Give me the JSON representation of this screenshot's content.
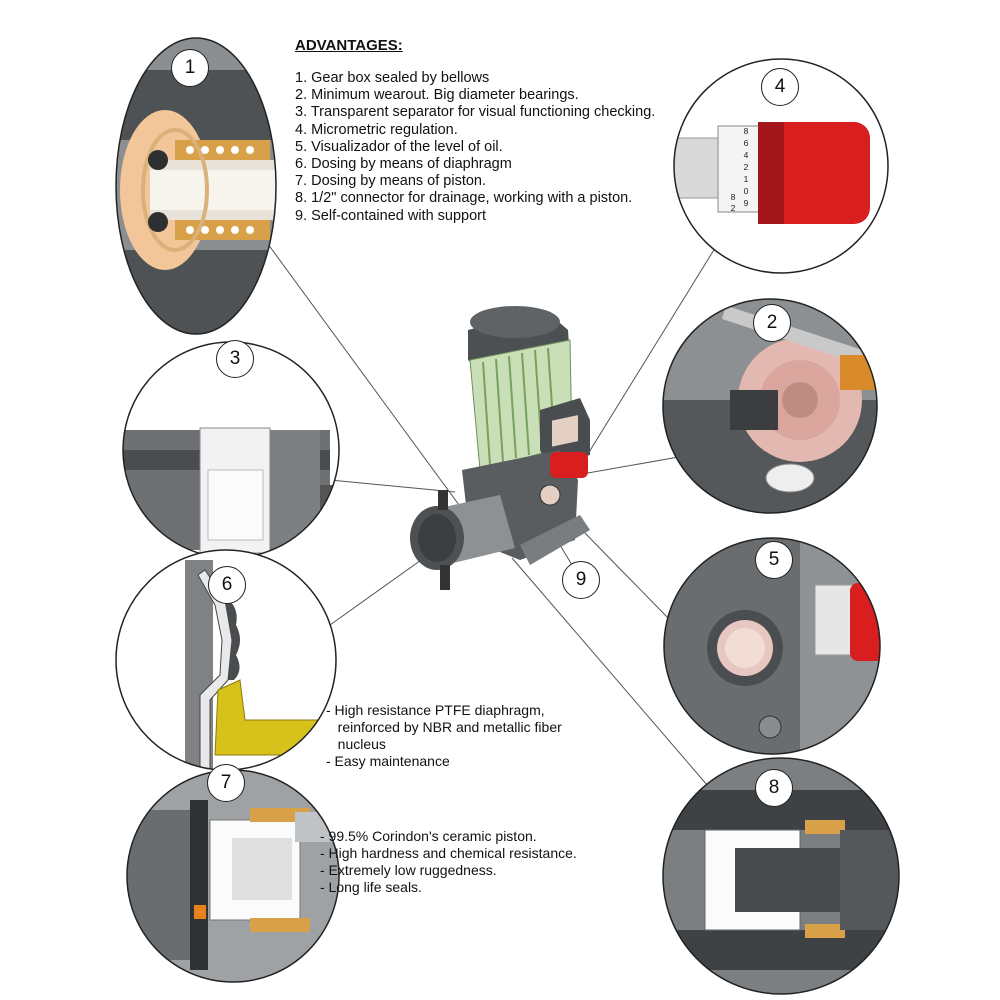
{
  "advantages": {
    "title": "ADVANTAGES:",
    "items": [
      "1. Gear box sealed by bellows",
      "2. Minimum wearout. Big diameter bearings.",
      "3. Transparent separator for visual functioning checking.",
      "4. Micrometric regulation.",
      "5. Visualizador of the level of oil.",
      "6. Dosing by means of diaphragm",
      "7. Dosing by means of piston.",
      "8. 1/2\" connector for drainage, working with a piston.",
      "9. Self-contained with support"
    ]
  },
  "callouts": {
    "c1": "1",
    "c2": "2",
    "c3": "3",
    "c4": "4",
    "c5": "5",
    "c6": "6",
    "c7": "7",
    "c8": "8",
    "c9": "9"
  },
  "micrometer_scale": [
    "8",
    "6",
    "4",
    "2",
    "1",
    "0",
    "9",
    "8",
    "2"
  ],
  "notes": {
    "diaphragm": [
      "-  High resistance PTFE diaphragm,",
      "   reinforced by NBR and metallic fiber",
      "   nucleus",
      "-  Easy maintenance"
    ],
    "piston": [
      "-  99.5% Corindon's ceramic piston.",
      "-  High hardness and chemical resistance.",
      "-  Extremely low ruggedness.",
      "-  Long life seals."
    ]
  },
  "colors": {
    "motor_fins": "#c9dfb8",
    "housing": "#5a5d60",
    "micrometer_knob": "#d81e1e",
    "bronze": "#d9a04a",
    "yellow_part": "#d6c21a",
    "pink_seal": "#e3b8b0"
  }
}
